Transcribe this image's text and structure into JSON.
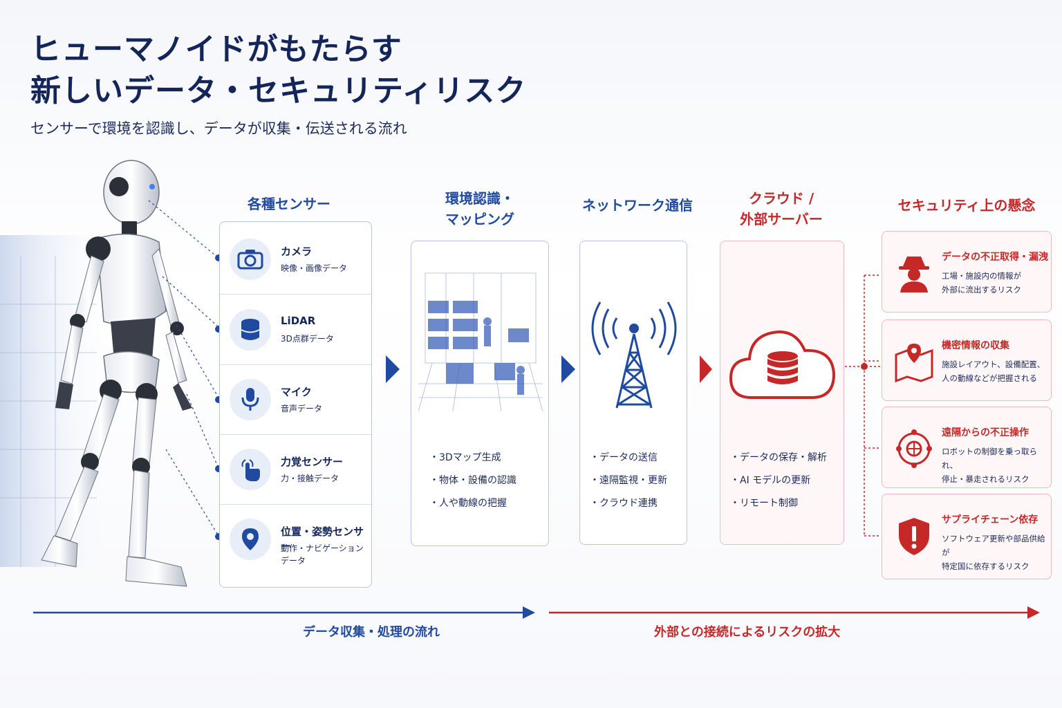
{
  "title": {
    "line1": "ヒューマノイドがもたらす",
    "line2": "新しいデータ・セキュリティリスク",
    "subtitle": "センサーで環境を認識し、データが収集・伝送される流れ"
  },
  "columns": {
    "sensors": {
      "heading": "各種センサー",
      "items": [
        {
          "name": "カメラ",
          "desc": "映像・画像データ",
          "icon": "camera-icon"
        },
        {
          "name": "LiDAR",
          "desc": "3D点群データ",
          "icon": "lidar-icon"
        },
        {
          "name": "マイク",
          "desc": "音声データ",
          "icon": "microphone-icon"
        },
        {
          "name": "力覚センサー",
          "desc": "力・接触データ",
          "icon": "touch-icon"
        },
        {
          "name": "位置・姿勢センサー",
          "desc": "動作・ナビゲーション\nデータ",
          "icon": "location-pin-icon"
        }
      ]
    },
    "mapping": {
      "heading_line1": "環境認識・",
      "heading_line2": "マッピング",
      "bullets": [
        "3Dマップ生成",
        "物体・設備の認識",
        "人や動線の把握"
      ]
    },
    "network": {
      "heading": "ネットワーク通信",
      "bullets": [
        "データの送信",
        "遠隔監視・更新",
        "クラウド連携"
      ]
    },
    "cloud": {
      "heading_line1": "クラウド /",
      "heading_line2": "外部サーバー",
      "bullets": [
        "データの保存・解析",
        "AI モデルの更新",
        "リモート制御"
      ]
    },
    "risks": {
      "heading": "セキュリティ上の懸念",
      "items": [
        {
          "title": "データの不正取得・漏洩",
          "desc": "工場・施設内の情報が\n外部に流出するリスク",
          "icon": "spy-icon"
        },
        {
          "title": "機密情報の収集",
          "desc": "施設レイアウト、設備配置、\n人の動線などが把握される",
          "icon": "map-pin-icon"
        },
        {
          "title": "遠隔からの不正操作",
          "desc": "ロボットの制御を乗っ取られ、\n停止・暴走されるリスク",
          "icon": "network-globe-icon"
        },
        {
          "title": "サプライチェーン依存",
          "desc": "ソフトウェア更新や部品供給が\n特定国に依存するリスク",
          "icon": "warning-shield-icon"
        }
      ]
    }
  },
  "flows": {
    "left": "データ収集・処理の流れ",
    "right": "外部との接続によるリスクの拡大"
  },
  "colors": {
    "navy": "#142559",
    "blue": "#1f4aa0",
    "red": "#c62828"
  }
}
